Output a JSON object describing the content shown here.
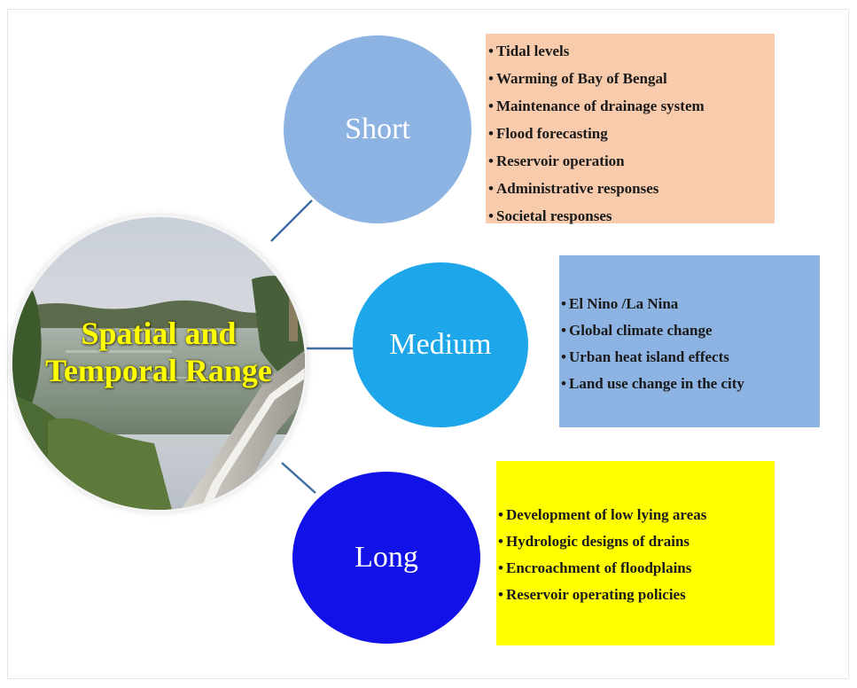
{
  "center": {
    "title_line1": "Spatial and",
    "title_line2": "Temporal Range"
  },
  "categories": [
    {
      "label": "Short",
      "color": "#8db3e2",
      "box_color": "#f8cbad",
      "bullet": "•",
      "factors": [
        "Tidal levels",
        "Warming of Bay of Bengal",
        "Maintenance of drainage system",
        "Flood forecasting",
        "Reservoir operation",
        "Administrative responses",
        "Societal responses"
      ]
    },
    {
      "label": "Medium",
      "color": "#1ea6ea",
      "box_color": "#8db3e2",
      "bullet": "•",
      "factors": [
        "El Nino /La Nina",
        "Global climate change",
        "Urban heat island effects",
        "Land use change in the city"
      ]
    },
    {
      "label": "Long",
      "color": "#1212e8",
      "box_color": "#ffff00",
      "bullet": "•",
      "factors": [
        "Development of low lying areas",
        "Hydrologic designs of drains",
        "Encroachment of floodplains",
        "Reservoir operating policies"
      ]
    }
  ],
  "colors": {
    "title_text": "#ffff00",
    "connector": "#3f6fa0"
  }
}
